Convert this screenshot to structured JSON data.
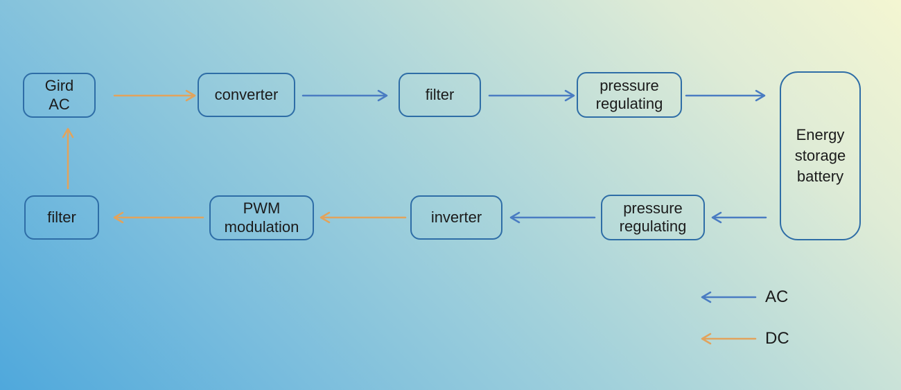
{
  "colors": {
    "ac": "#4a7cc2",
    "dc": "#e2a35c",
    "box_border": "#2e6da6",
    "text": "#1b1b1b"
  },
  "diagram": {
    "nodes": {
      "grid_ac": {
        "label": "Gird\nAC"
      },
      "converter": {
        "label": "converter"
      },
      "filter_top": {
        "label": "filter"
      },
      "pressure_regulating_top": {
        "label": "pressure\nregulating"
      },
      "energy_storage_battery": {
        "label": "Energy\nstorage\nbattery"
      },
      "pressure_regulating_bottom": {
        "label": "pressure\nregulating"
      },
      "inverter": {
        "label": "inverter"
      },
      "pwm_modulation": {
        "label": "PWM\nmodulation"
      },
      "filter_bottom": {
        "label": "filter"
      }
    },
    "edges": [
      {
        "from": "grid_ac",
        "to": "converter",
        "type": "dc"
      },
      {
        "from": "converter",
        "to": "filter_top",
        "type": "ac"
      },
      {
        "from": "filter_top",
        "to": "pressure_regulating_top",
        "type": "ac"
      },
      {
        "from": "pressure_regulating_top",
        "to": "energy_storage_battery",
        "type": "ac"
      },
      {
        "from": "energy_storage_battery",
        "to": "pressure_regulating_bottom",
        "type": "ac"
      },
      {
        "from": "pressure_regulating_bottom",
        "to": "inverter",
        "type": "ac"
      },
      {
        "from": "inverter",
        "to": "pwm_modulation",
        "type": "dc"
      },
      {
        "from": "pwm_modulation",
        "to": "filter_bottom",
        "type": "dc"
      },
      {
        "from": "filter_bottom",
        "to": "grid_ac",
        "type": "dc"
      }
    ],
    "legend": {
      "ac": {
        "label": "AC"
      },
      "dc": {
        "label": "DC"
      }
    }
  }
}
